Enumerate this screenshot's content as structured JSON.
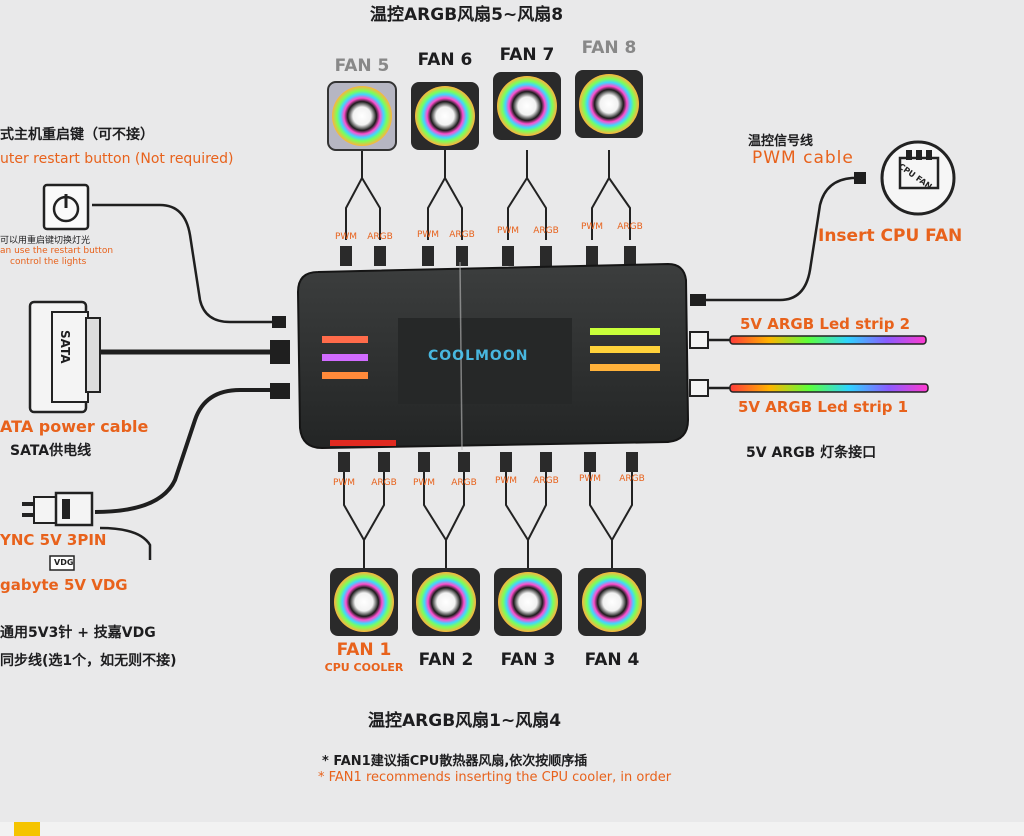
{
  "top_title": "温控ARGB风扇5~风扇8",
  "bottom_title": "温控ARGB风扇1~风扇4",
  "top_fans": [
    {
      "label": "FAN 5"
    },
    {
      "label": "FAN 6"
    },
    {
      "label": "FAN 7"
    },
    {
      "label": "FAN 8"
    }
  ],
  "bottom_fans": [
    {
      "label": "FAN 1",
      "sub": "CPU COOLER"
    },
    {
      "label": "FAN 2"
    },
    {
      "label": "FAN 3"
    },
    {
      "label": "FAN 4"
    }
  ],
  "connector_labels": {
    "pwm": "PWM",
    "argb": "ARGB"
  },
  "restart": {
    "cn": "式主机重启键（可不接）",
    "en": "uter restart button (Not required)",
    "note_cn": "可以用重启键切换灯光",
    "note_en_1": "an use the restart button",
    "note_en_2": "control the lights"
  },
  "sata": {
    "en": "ATA power cable",
    "cn": "SATA供电线",
    "plug_text": "SATA"
  },
  "sync": {
    "line1": "YNC 5V 3PIN",
    "line2": "gabyte 5V VDG",
    "vdg_tag": "VDG",
    "cn1": "通用5V3针 + 技嘉VDG",
    "cn2": "同步线(选1个，如无则不接)"
  },
  "pwm_cable": {
    "cn": "温控信号线",
    "en": "PWM  cable",
    "insert": "Insert  CPU FAN",
    "icon_text": "CPU FAN"
  },
  "led_strips": [
    {
      "label": "5V ARGB Led strip 2"
    },
    {
      "label": "5V  ARGB Led strip 1"
    }
  ],
  "led_interface_cn": "5V   ARGB 灯条接口",
  "hub_logo": "COOLMOON",
  "footnotes": {
    "cn": "* FAN1建议插CPU散热器风扇,依次按顺序插",
    "en": "* FAN1 recommends inserting the CPU cooler, in order"
  },
  "colors": {
    "accent": "#e8621c",
    "text": "#1d1d1f",
    "hub": "#2e3030",
    "background": "#e9e9ea"
  }
}
